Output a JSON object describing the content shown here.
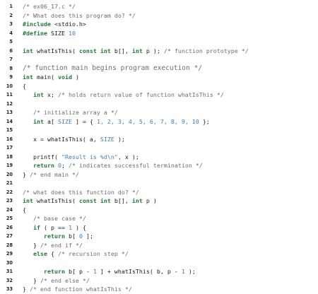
{
  "colors": {
    "keyword": "#1f7a3a",
    "comment": "#6e6e6e",
    "string": "#3c7fb8",
    "number": "#3c7fb8",
    "text": "#1a1a1a"
  },
  "lines": [
    {
      "n": "1",
      "tokens": [
        {
          "t": "cm",
          "v": "/* ex06_17.c */"
        }
      ]
    },
    {
      "n": "2",
      "tokens": [
        {
          "t": "cm",
          "v": "/* What does this program do? */"
        }
      ]
    },
    {
      "n": "3",
      "tokens": [
        {
          "t": "pp",
          "v": "#include"
        },
        {
          "t": "plain",
          "v": " <stdio.h>"
        }
      ]
    },
    {
      "n": "4",
      "tokens": [
        {
          "t": "pp",
          "v": "#define"
        },
        {
          "t": "plain",
          "v": " SIZE "
        },
        {
          "t": "num",
          "v": "10"
        }
      ]
    },
    {
      "n": "5",
      "tokens": []
    },
    {
      "n": "6",
      "tokens": [
        {
          "t": "kw",
          "v": "int"
        },
        {
          "t": "plain",
          "v": " whatIsThis( "
        },
        {
          "t": "kw",
          "v": "const int"
        },
        {
          "t": "plain",
          "v": " b[], "
        },
        {
          "t": "kw",
          "v": "int"
        },
        {
          "t": "plain",
          "v": " p ); "
        },
        {
          "t": "cm",
          "v": "/* function prototype */"
        }
      ]
    },
    {
      "n": "7",
      "tokens": []
    },
    {
      "n": "8",
      "big": true,
      "tokens": [
        {
          "t": "cm",
          "v": "/* function main begins program execution */"
        }
      ]
    },
    {
      "n": "9",
      "tokens": [
        {
          "t": "kw",
          "v": "int"
        },
        {
          "t": "plain",
          "v": " main( "
        },
        {
          "t": "kw",
          "v": "void"
        },
        {
          "t": "plain",
          "v": " )"
        }
      ]
    },
    {
      "n": "10",
      "tokens": [
        {
          "t": "plain",
          "v": "{"
        }
      ]
    },
    {
      "n": "11",
      "tokens": [
        {
          "t": "plain",
          "v": "   "
        },
        {
          "t": "kw",
          "v": "int"
        },
        {
          "t": "plain",
          "v": " x; "
        },
        {
          "t": "cm",
          "v": "/* holds return value of function whatIsThis */"
        }
      ]
    },
    {
      "n": "12",
      "tokens": []
    },
    {
      "n": "13",
      "tokens": [
        {
          "t": "plain",
          "v": "   "
        },
        {
          "t": "cm",
          "v": "/* initialize array a */"
        }
      ]
    },
    {
      "n": "14",
      "tokens": [
        {
          "t": "plain",
          "v": "   "
        },
        {
          "t": "kw",
          "v": "int"
        },
        {
          "t": "plain",
          "v": " a[ "
        },
        {
          "t": "num",
          "v": "SIZE"
        },
        {
          "t": "plain",
          "v": " ] = { "
        },
        {
          "t": "num",
          "v": "1, 2, 3, 4, 5, 6, 7, 8, 9, 10"
        },
        {
          "t": "plain",
          "v": " };"
        }
      ]
    },
    {
      "n": "15",
      "tokens": []
    },
    {
      "n": "16",
      "tokens": [
        {
          "t": "plain",
          "v": "   x = whatIsThis( a, "
        },
        {
          "t": "num",
          "v": "SIZE"
        },
        {
          "t": "plain",
          "v": " );"
        }
      ]
    },
    {
      "n": "17",
      "tokens": []
    },
    {
      "n": "18",
      "tokens": [
        {
          "t": "plain",
          "v": "   printf( "
        },
        {
          "t": "str",
          "v": "\"Result is %d\\n\""
        },
        {
          "t": "plain",
          "v": ", x );"
        }
      ]
    },
    {
      "n": "19",
      "tokens": [
        {
          "t": "plain",
          "v": "   "
        },
        {
          "t": "kw",
          "v": "return"
        },
        {
          "t": "plain",
          "v": " "
        },
        {
          "t": "num",
          "v": "0"
        },
        {
          "t": "plain",
          "v": "; "
        },
        {
          "t": "cm",
          "v": "/* indicates successful termination */"
        }
      ]
    },
    {
      "n": "20",
      "tokens": [
        {
          "t": "plain",
          "v": "} "
        },
        {
          "t": "cm",
          "v": "/* end main */"
        }
      ]
    },
    {
      "n": "21",
      "tokens": []
    },
    {
      "n": "22",
      "tokens": [
        {
          "t": "cm",
          "v": "/* what does this function do? */"
        }
      ]
    },
    {
      "n": "23",
      "tokens": [
        {
          "t": "kw",
          "v": "int"
        },
        {
          "t": "plain",
          "v": " whatIsThis( "
        },
        {
          "t": "kw",
          "v": "const int"
        },
        {
          "t": "plain",
          "v": " b[], "
        },
        {
          "t": "kw",
          "v": "int"
        },
        {
          "t": "plain",
          "v": " p )"
        }
      ]
    },
    {
      "n": "24",
      "tokens": [
        {
          "t": "plain",
          "v": "{"
        }
      ]
    },
    {
      "n": "25",
      "tokens": [
        {
          "t": "plain",
          "v": "   "
        },
        {
          "t": "cm",
          "v": "/* base case */"
        }
      ]
    },
    {
      "n": "26",
      "tokens": [
        {
          "t": "plain",
          "v": "   "
        },
        {
          "t": "kw",
          "v": "if"
        },
        {
          "t": "plain",
          "v": " ( p == "
        },
        {
          "t": "num",
          "v": "1"
        },
        {
          "t": "plain",
          "v": " ) {"
        }
      ]
    },
    {
      "n": "27",
      "tokens": [
        {
          "t": "plain",
          "v": "      "
        },
        {
          "t": "kw",
          "v": "return"
        },
        {
          "t": "plain",
          "v": " b[ "
        },
        {
          "t": "num",
          "v": "0"
        },
        {
          "t": "plain",
          "v": " ];"
        }
      ]
    },
    {
      "n": "28",
      "tokens": [
        {
          "t": "plain",
          "v": "   } "
        },
        {
          "t": "cm",
          "v": "/* end if */"
        }
      ]
    },
    {
      "n": "29",
      "tokens": [
        {
          "t": "plain",
          "v": "   "
        },
        {
          "t": "kw",
          "v": "else"
        },
        {
          "t": "plain",
          "v": " { "
        },
        {
          "t": "cm",
          "v": "/* recursion step */"
        }
      ]
    },
    {
      "n": "30",
      "tokens": []
    },
    {
      "n": "31",
      "tokens": [
        {
          "t": "plain",
          "v": "      "
        },
        {
          "t": "kw",
          "v": "return"
        },
        {
          "t": "plain",
          "v": " b[ p - "
        },
        {
          "t": "num",
          "v": "1"
        },
        {
          "t": "plain",
          "v": " ] + whatIsThis( b, p - "
        },
        {
          "t": "num",
          "v": "1"
        },
        {
          "t": "plain",
          "v": " );"
        }
      ]
    },
    {
      "n": "32",
      "tokens": [
        {
          "t": "plain",
          "v": "   } "
        },
        {
          "t": "cm",
          "v": "/* end else */"
        }
      ]
    },
    {
      "n": "33",
      "tokens": [
        {
          "t": "plain",
          "v": "} "
        },
        {
          "t": "cm",
          "v": "/* end function whatIsThis */"
        }
      ]
    }
  ]
}
